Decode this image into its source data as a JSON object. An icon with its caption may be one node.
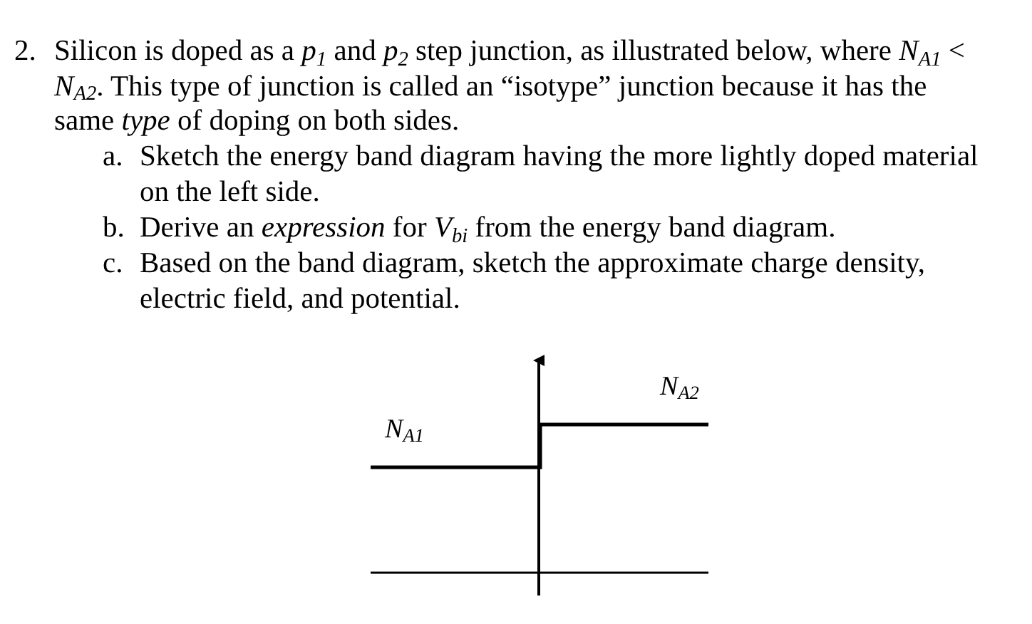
{
  "diagram": {
    "labels": [
      "2.",
      "Silicon is doped as a *p*$_{1}$ and *p*$_{2}$ step junction, as illustrated below, where *N*$_{A1}$ < *N*$_{A2}$. This type of junction is called an “isotype” junction because it has the same *type* of doping on both sides.",
      "a.",
      "Sketch the energy band diagram having the more lightly doped material on the left side.",
      "b.",
      "Derive an *expression* for *V*$_{bi}$ from the energy band diagram.",
      "c.",
      "Based on the band diagram, sketch the approximate charge density, electric field, and potential.",
      "N$_{A2}$",
      "N$_{A1}$"
    ]
  }
}
